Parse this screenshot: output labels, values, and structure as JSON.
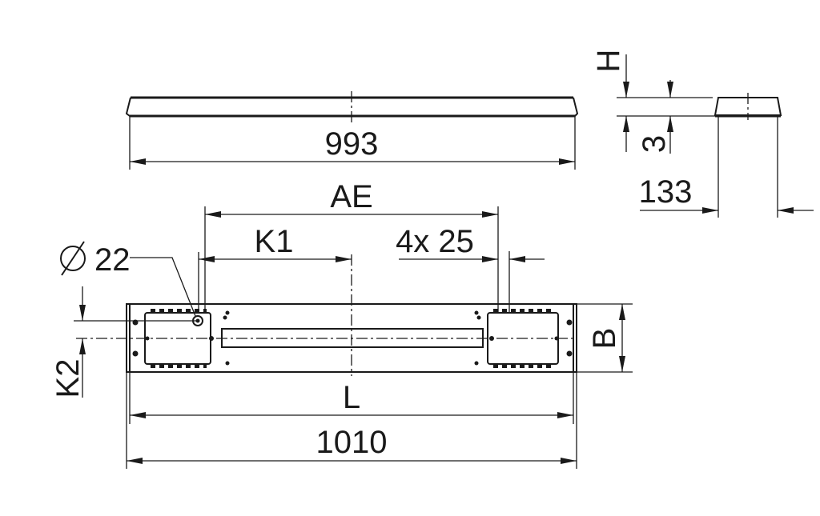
{
  "drawing": {
    "type": "technical-dimension-drawing",
    "subject": "linear luminaire housing",
    "colors": {
      "line": "#1a1a1a",
      "background": "#ffffff"
    },
    "side_view": {
      "length_label": "993"
    },
    "end_view": {
      "height_label": "H",
      "offset_label": "3",
      "width_label": "133"
    },
    "top_view": {
      "ae_label": "AE",
      "k1_label": "K1",
      "slots_label": "4x 25",
      "hole_diameter_symbol": "∅",
      "hole_diameter_label": "22",
      "k2_label": "K2",
      "b_label": "B",
      "l_label": "L",
      "overall_length_label": "1010"
    }
  }
}
